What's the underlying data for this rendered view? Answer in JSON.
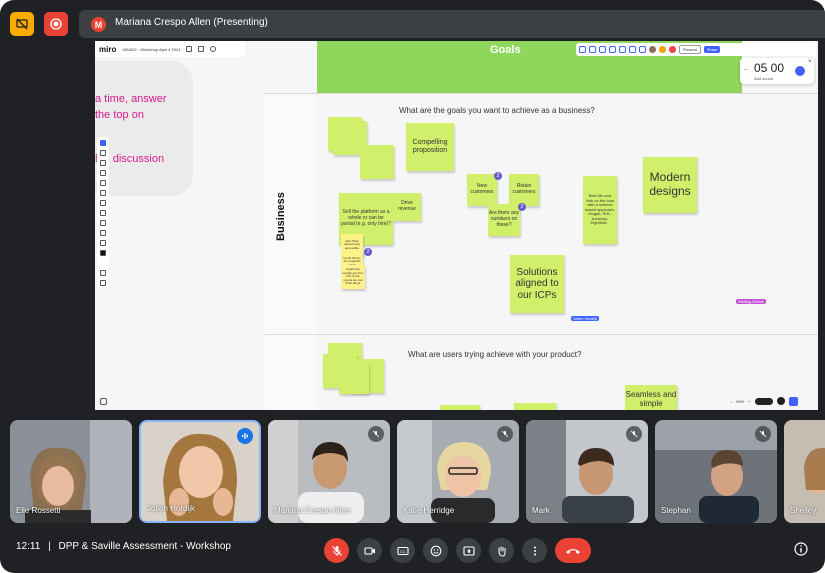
{
  "presenter": {
    "avatar_letter": "M",
    "label": "Mariana Crespo Allen (Presenting)"
  },
  "board": {
    "app_logo": "miro",
    "board_name": "SAV002 - Workshop April 4 2024",
    "header_title": "Goals",
    "panel_lines": [
      "a time, answer",
      "the top on",
      "hin discussion"
    ],
    "row_label": "Business",
    "question_1": "What are the goals you want to achieve as a business?",
    "question_2": "What are users trying achieve with your product?",
    "timer": "05 00",
    "timer_sub": "Add sound",
    "zoom": "90%",
    "share_label": "Share",
    "present_label": "Present",
    "cursor_label_1": "Jolien Hordijk",
    "cursor_label_2": "Stelling Elstink",
    "notes": {
      "compelling": "Compelling proposition",
      "sell_platform": "Sell the platform as a whole or can be partial (e.g. only hire)?",
      "drive_revenue": "Drive revenue",
      "new_customers": "New customers",
      "retain_customers": "Retain customers",
      "numbers_on_these": "Are there any numbers on these?",
      "best_fits": "Best fits now Hub on the blue with a science based approach. Hogan, SHL, Aonexus, Eightfold...",
      "modern_designs": "Modern designs",
      "solutions_aligned": "Solutions aligned to our ICPs",
      "small_note_1": "Also think about being accessible",
      "small_note_2": "Could this be for a specific role?",
      "small_note_3": "Applicants usually get from first to the results we can think about",
      "seamless": "Seamless and simple"
    },
    "comment_counts": [
      "2",
      "2",
      "2"
    ]
  },
  "participants": [
    {
      "name": "Elle Rossetti",
      "muted": false,
      "speaking": false
    },
    {
      "name": "Jolien Hordijk",
      "muted": false,
      "speaking": true
    },
    {
      "name": "Mariana Crespo Allen",
      "muted": true,
      "speaking": false
    },
    {
      "name": "Katie Herridge",
      "muted": true,
      "speaking": false
    },
    {
      "name": "Mark",
      "muted": true,
      "speaking": false
    },
    {
      "name": "Stephan",
      "muted": true,
      "speaking": false
    },
    {
      "name": "Shelley",
      "muted": false,
      "speaking": false
    }
  ],
  "meeting": {
    "time": "12:11",
    "separator": "|",
    "title": "DPP & Saville Assessment - Workshop"
  },
  "colors": {
    "background": "#202124",
    "goals_green": "#8fd65c",
    "sticky_green": "#d2ef6b",
    "miro_pink_text": "#d6198f",
    "end_call_red": "#ea4335",
    "active_border": "#8ab4f8"
  }
}
